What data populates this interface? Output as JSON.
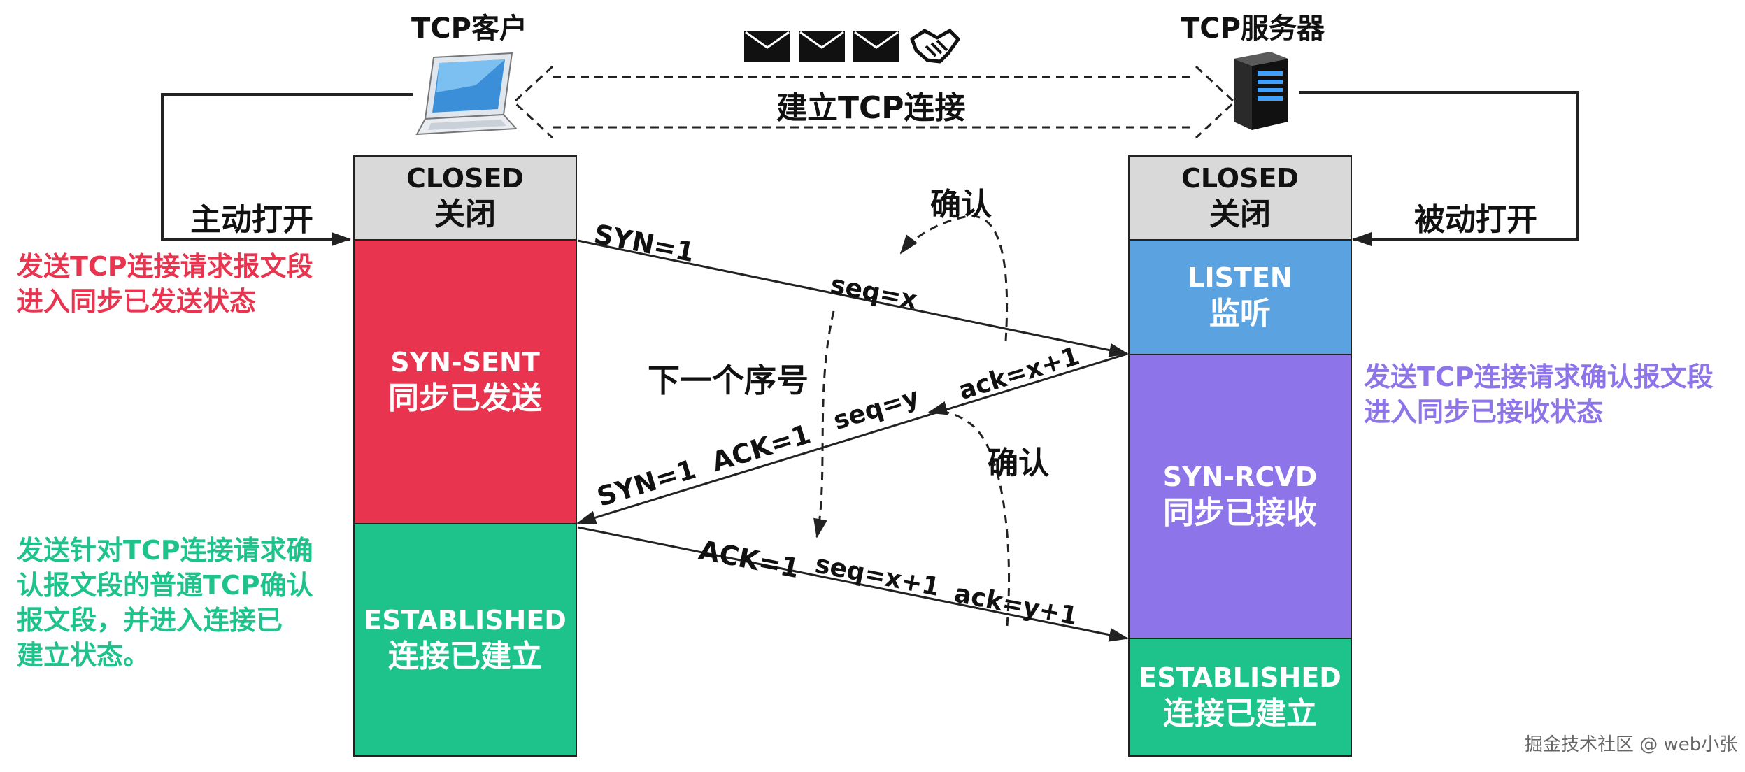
{
  "client_title": "TCP客户",
  "server_title": "TCP服务器",
  "connect_label": "建立TCP连接",
  "active_open": "主动打开",
  "passive_open": "被动打开",
  "client_states": [
    {
      "en": "CLOSED",
      "zh": "关闭",
      "color": "#d9d9d9"
    },
    {
      "en": "SYN-SENT",
      "zh": "同步已发送",
      "color": "#e8344e"
    },
    {
      "en": "ESTABLISHED",
      "zh": "连接已建立",
      "color": "#1ec28b"
    }
  ],
  "server_states": [
    {
      "en": "CLOSED",
      "zh": "关闭",
      "color": "#d9d9d9"
    },
    {
      "en": "LISTEN",
      "zh": "监听",
      "color": "#5ba3e0"
    },
    {
      "en": "SYN-RCVD",
      "zh": "同步已接收",
      "color": "#8d74e8"
    },
    {
      "en": "ESTABLISHED",
      "zh": "连接已建立",
      "color": "#1ec28b"
    }
  ],
  "msg1": {
    "flags": "SYN=1",
    "seq": "seq=x"
  },
  "msg2": {
    "flags": "SYN=1  ACK=1",
    "seq": "seq=y",
    "ack": "ack=x+1"
  },
  "msg3": {
    "flags": "ACK=1",
    "seq": "seq=x+1",
    "ack": "ack=y+1"
  },
  "confirm1": "确认",
  "confirm2": "确认",
  "next_seq": "下一个序号",
  "note_red": [
    "发送TCP连接请求报文段",
    "进入同步已发送状态"
  ],
  "note_purple": [
    "发送TCP连接请求确认报文段",
    "进入同步已接收状态"
  ],
  "note_green": [
    "发送针对TCP连接请求确",
    "认报文段的普通TCP确认",
    "报文段，并进入连接已",
    "建立状态。"
  ],
  "watermark": "掘金技术社区 @ web小张",
  "colors": {
    "red_text": "#e8344e",
    "purple_text": "#8d74e8",
    "green_text": "#1ec28b",
    "line": "#222222"
  }
}
